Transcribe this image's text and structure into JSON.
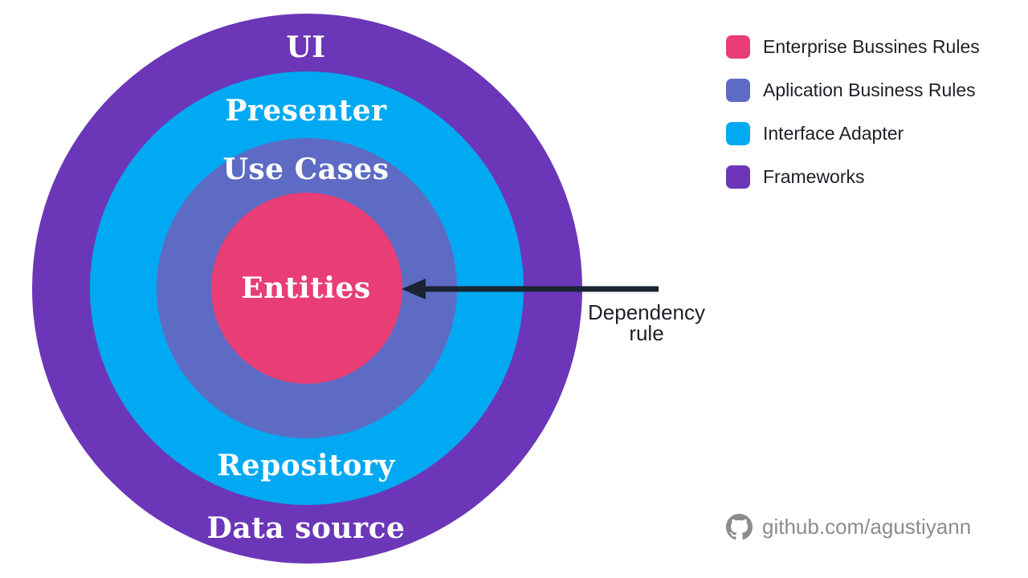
{
  "palette": {
    "frameworks": "#6B37B8",
    "interface_adapter": "#00A9F2",
    "application_rules": "#5E6BC4",
    "enterprise_rules": "#E83E75",
    "arrow": "#1A2433",
    "text_dark": "#1F1F28",
    "footer_gray": "#8C8C8C",
    "ring_label_text": "#FFFFFF",
    "background": "#FFFFFF"
  },
  "diagram": {
    "labels": {
      "ui": "UI",
      "presenter": "Presenter",
      "use_cases": "Use Cases",
      "entities": "Entities",
      "repository": "Repository",
      "data_source": "Data source"
    },
    "annotation": {
      "line1": "Dependency",
      "line2": "rule"
    }
  },
  "legend": {
    "items": [
      {
        "label": "Enterprise Bussines Rules",
        "color": "#E83E75"
      },
      {
        "label": "Aplication Business Rules",
        "color": "#5E6BC4"
      },
      {
        "label": "Interface Adapter",
        "color": "#00A9F2"
      },
      {
        "label": "Frameworks",
        "color": "#6B37B8"
      }
    ]
  },
  "footer": {
    "github_handle": "github.com/agustiyann",
    "icon": "github-icon"
  }
}
